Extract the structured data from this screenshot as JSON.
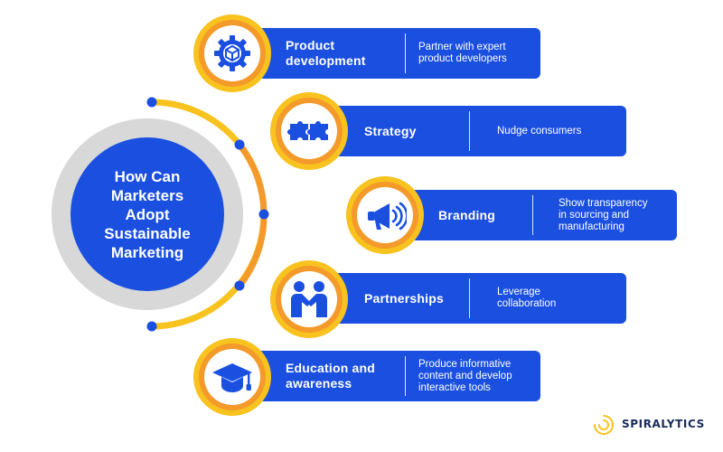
{
  "center": {
    "lines": [
      "How Can",
      "Marketers",
      "Adopt",
      "Sustainable",
      "Marketing"
    ]
  },
  "items": [
    {
      "title": [
        "Product",
        "development"
      ],
      "desc": [
        "Partner with expert",
        "product developers"
      ],
      "icon": "gear-box-icon"
    },
    {
      "title": [
        "Strategy"
      ],
      "desc": [
        "Nudge consumers"
      ],
      "icon": "puzzle-icon"
    },
    {
      "title": [
        "Branding"
      ],
      "desc": [
        "Show transparency",
        "in sourcing and",
        "manufacturing"
      ],
      "icon": "megaphone-icon"
    },
    {
      "title": [
        "Partnerships"
      ],
      "desc": [
        "Leverage",
        "collaboration"
      ],
      "icon": "handshake-icon"
    },
    {
      "title": [
        "Education and",
        "awareness"
      ],
      "desc": [
        "Produce informative",
        "content and develop",
        "interactive tools"
      ],
      "icon": "graduation-cap-icon"
    }
  ],
  "logo": {
    "text": "SPIRALYTICS"
  },
  "colors": {
    "blue": "#1a4fe0",
    "yellow": "#f8c21f",
    "orange": "#f49a2a",
    "gray": "#d9d9d9"
  }
}
